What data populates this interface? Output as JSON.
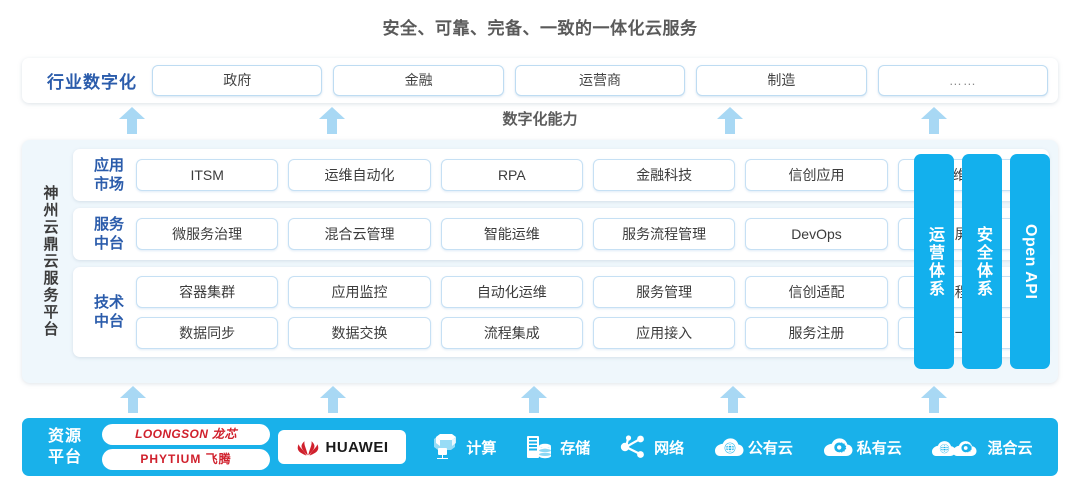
{
  "title": "安全、可靠、完备、一致的一体化云服务",
  "industry": {
    "label": "行业数字化",
    "items": [
      "政府",
      "金融",
      "运营商",
      "制造",
      "……"
    ]
  },
  "capability": {
    "label": "数字化能力"
  },
  "platform": {
    "vertical_title": "神州云鼎云服务平台",
    "rows": [
      {
        "label": "应用\n市场",
        "label_line1": "应用",
        "label_line2": "市场",
        "cells": [
          "ITSM",
          "运维自动化",
          "RPA",
          "金融科技",
          "信创应用",
          "运维/运营"
        ]
      },
      {
        "label": "服务\n中台",
        "label_line1": "服务",
        "label_line2": "中台",
        "cells": [
          "微服务治理",
          "混合云管理",
          "智能运维",
          "服务流程管理",
          "DevOps",
          "大屏展示"
        ]
      },
      {
        "label": "技术\n中台",
        "label_line1": "技术",
        "label_line2": "中台",
        "cells_top": [
          "容器集群",
          "应用监控",
          "自动化运维",
          "服务管理",
          "信创适配",
          "流程引擎"
        ],
        "cells_bottom": [
          "数据同步",
          "数据交换",
          "流程集成",
          "应用接入",
          "服务注册",
          "统一认证"
        ]
      }
    ],
    "side_bars": [
      {
        "text": "运营体系",
        "script": "cjk"
      },
      {
        "text": "安全体系",
        "script": "cjk"
      },
      {
        "text": "Open API",
        "script": "lat"
      }
    ]
  },
  "resource": {
    "label_line1": "资源",
    "label_line2": "平台",
    "chips": [
      "LOONGSON 龙芯",
      "PHYTIUM 飞腾"
    ],
    "huawei": "HUAWEI",
    "items": [
      {
        "label": "计算",
        "icon": "servers-icon"
      },
      {
        "label": "存储",
        "icon": "storage-icon"
      },
      {
        "label": "网络",
        "icon": "network-icon"
      },
      {
        "label": "公有云",
        "icon": "public-cloud-icon"
      },
      {
        "label": "私有云",
        "icon": "private-cloud-icon"
      },
      {
        "label": "混合云",
        "icon": "hybrid-cloud-icon"
      }
    ]
  },
  "colors": {
    "brand_blue": "#19b1ea",
    "label_blue": "#2b5cab",
    "arrow_blue": "#a8d8f4",
    "panel_bg": "#eff7fc",
    "chip_red": "#d0202c"
  },
  "arrows": {
    "upper_x": [
      132,
      332,
      730,
      934
    ],
    "lower_x": [
      133,
      333,
      534,
      733,
      934
    ]
  }
}
